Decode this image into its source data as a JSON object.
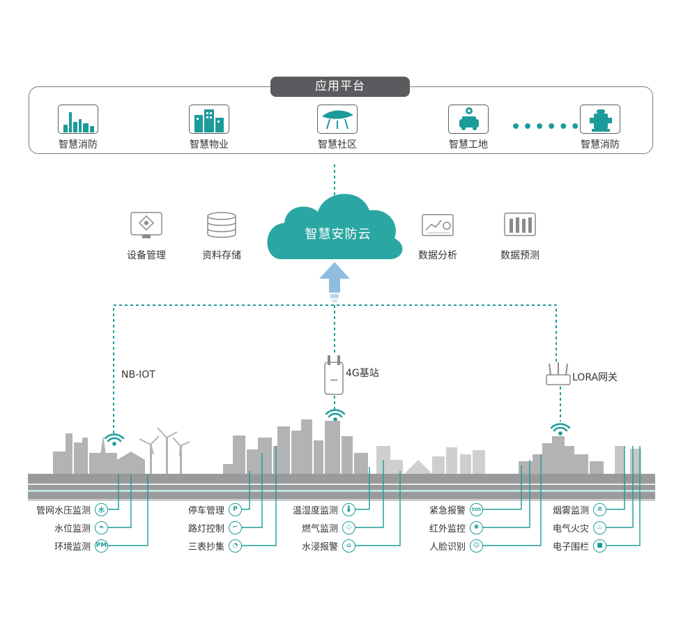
{
  "platform": {
    "title": "应用平台",
    "apps": [
      {
        "label": "智慧消防",
        "icon": "city-skyline-icon"
      },
      {
        "label": "智慧物业",
        "icon": "buildings-icon"
      },
      {
        "label": "智慧社区",
        "icon": "stadium-icon"
      },
      {
        "label": "智慧工地",
        "icon": "car-location-icon"
      },
      {
        "label": "智慧消防",
        "icon": "fire-hydrant-icon"
      }
    ],
    "ellipsis": "••••••"
  },
  "cloud": {
    "label": "智慧安防云",
    "services": [
      {
        "label": "设备管理",
        "icon": "network-device-icon"
      },
      {
        "label": "资料存储",
        "icon": "database-icon"
      },
      {
        "label": "数据分析",
        "icon": "chart-analysis-icon"
      },
      {
        "label": "数据预测",
        "icon": "bar-prediction-icon"
      }
    ]
  },
  "network": {
    "nbiot": "NB-IOT",
    "base_station": "4G基站",
    "lora": "LORA网关"
  },
  "sensors": {
    "group1": [
      {
        "label": "管网水压监测",
        "icon": "pipe-pressure-icon",
        "glyph": "水"
      },
      {
        "label": "水位监测",
        "icon": "water-level-icon",
        "glyph": "≈"
      },
      {
        "label": "环境监测",
        "icon": "pm-icon",
        "glyph": "PM"
      }
    ],
    "group2": [
      {
        "label": "停车管理",
        "icon": "parking-icon",
        "glyph": "P"
      },
      {
        "label": "路灯控制",
        "icon": "street-light-icon",
        "glyph": "⌐"
      },
      {
        "label": "三表抄集",
        "icon": "meter-icon",
        "glyph": "◔"
      }
    ],
    "group3": [
      {
        "label": "温湿度监测",
        "icon": "thermometer-icon",
        "glyph": "🌡"
      },
      {
        "label": "燃气监测",
        "icon": "gas-icon",
        "glyph": "◇"
      },
      {
        "label": "水浸报警",
        "icon": "flood-icon",
        "glyph": "⌂"
      }
    ],
    "group4": [
      {
        "label": "紧急报警",
        "icon": "sos-icon",
        "glyph": "SOS"
      },
      {
        "label": "红外监控",
        "icon": "infrared-icon",
        "glyph": "✱"
      },
      {
        "label": "人脸识别",
        "icon": "face-id-icon",
        "glyph": "☺"
      }
    ],
    "group5": [
      {
        "label": "烟雾监测",
        "icon": "smoke-icon",
        "glyph": "≋"
      },
      {
        "label": "电气火灾",
        "icon": "electric-fire-icon",
        "glyph": "♨"
      },
      {
        "label": "电子围栏",
        "icon": "fence-icon",
        "glyph": "■"
      }
    ]
  },
  "colors": {
    "accent": "#1b9b9a",
    "dark": "#5a5b5e",
    "city": "#b3b3b3",
    "road": "#9a9a9a",
    "arrow": "#8fbde0"
  }
}
